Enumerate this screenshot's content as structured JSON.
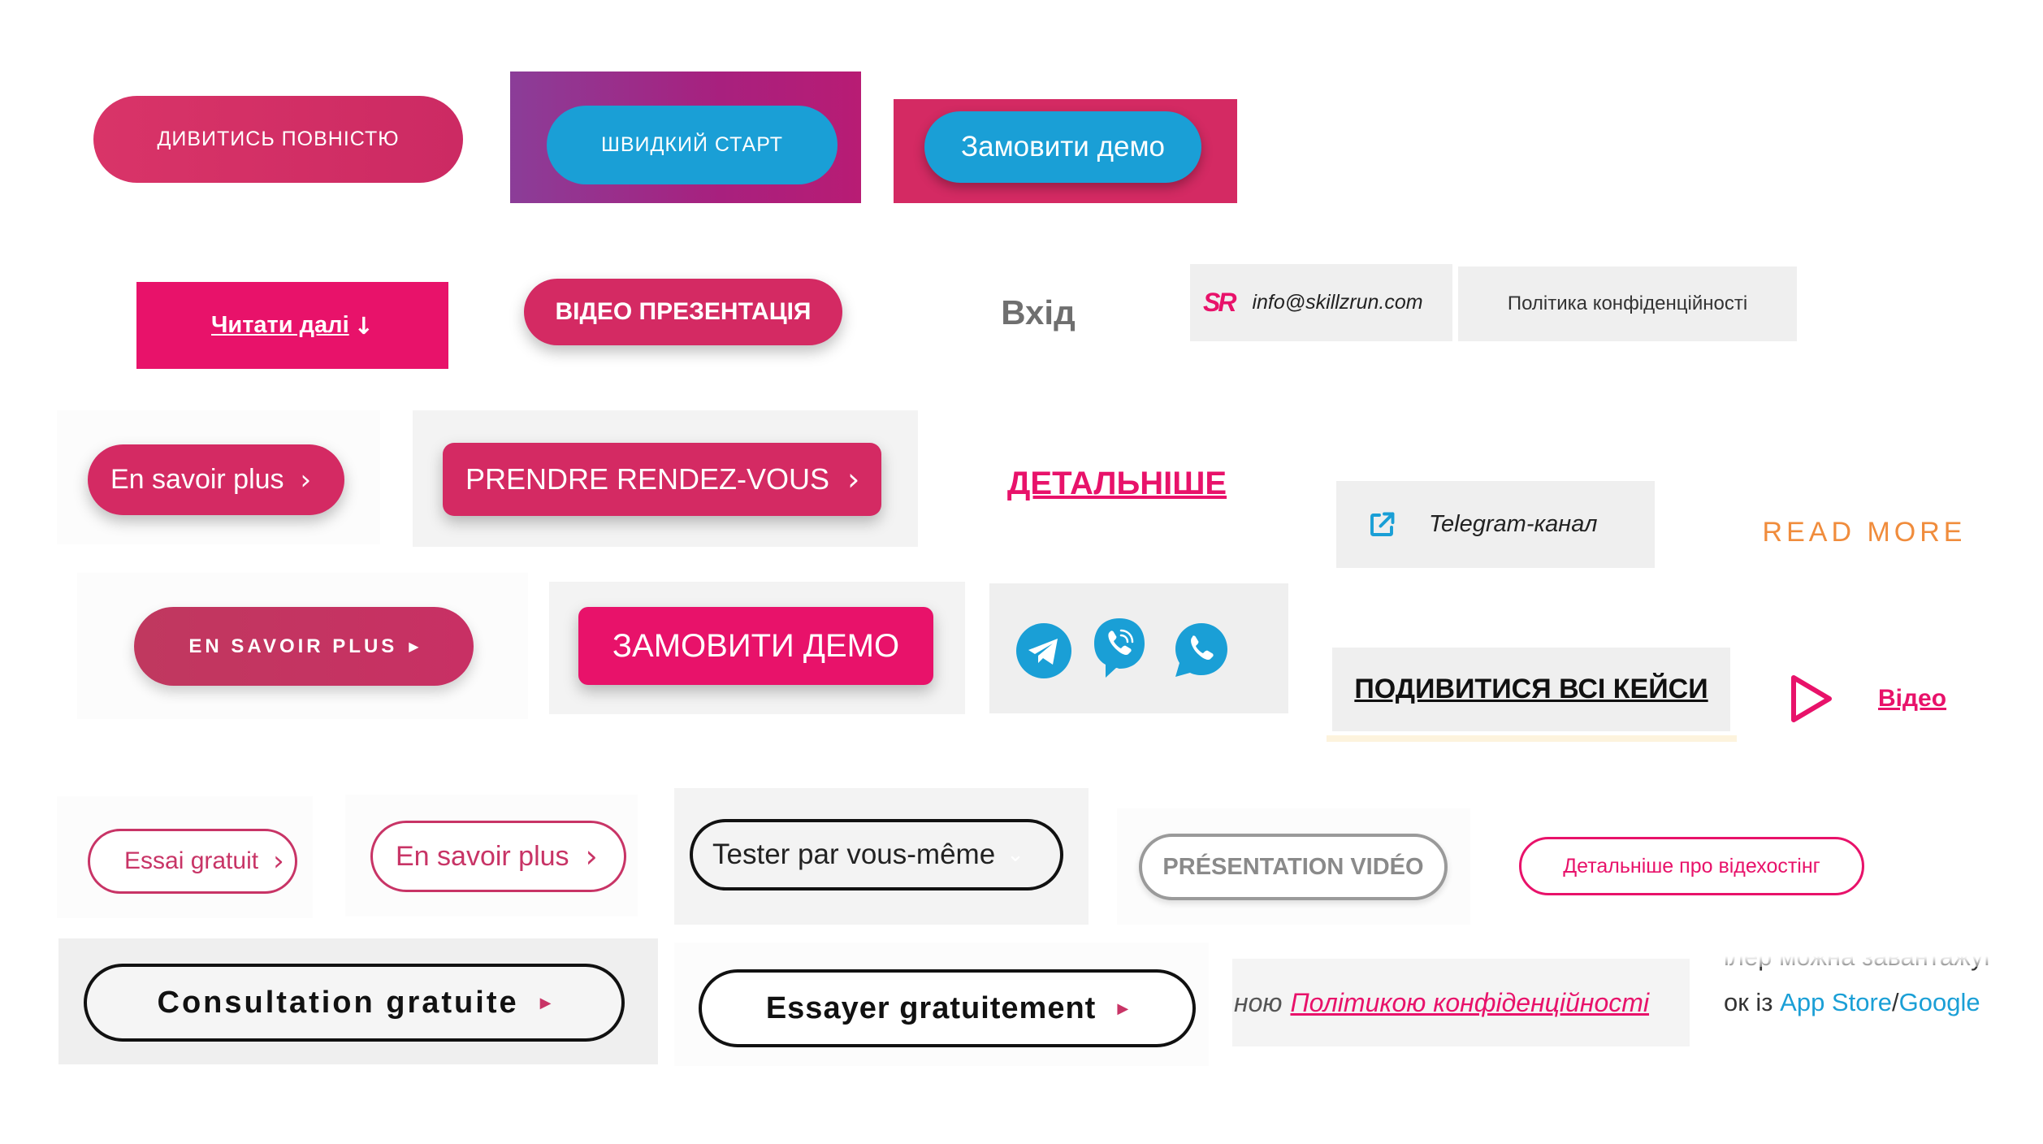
{
  "colors": {
    "pink": "#d42a63",
    "magenta": "#e8126a",
    "cyan": "#1a9fd6",
    "orange": "#f08c3c",
    "grey_bg": "#efefef"
  },
  "row1": {
    "dyvytys": "ДИВИТИСЬ ПОВНІСТЮ",
    "shvydkyi": "ШВИДКИЙ СТАРТ",
    "zamovyty_demo": "Замовити демо"
  },
  "row2": {
    "chytaty": "Читати далі",
    "chytaty_arrow": "↓",
    "video_prez": "ВІДЕО ПРЕЗЕНТАЦІЯ",
    "vkhid": "Вхід",
    "email": "info@skillzrun.com",
    "logo_letters": "SR",
    "privacy": "Політика конфіденційності"
  },
  "row3": {
    "en_savoir": "En savoir plus",
    "prendre": "PRENDRE RENDEZ-VOUS",
    "detalnishe": "ДЕТАЛЬНІШЕ",
    "telegram": "Telegram-канал",
    "read_more": "READ MORE"
  },
  "row4": {
    "en_savoir_caps": "EN SAVOIR PLUS",
    "zamovyty_caps": "ЗАМОВИТИ ДЕМО",
    "all_cases": "ПОДИВИТИСЯ ВСІ КЕЙСИ",
    "video": "Відео"
  },
  "row5": {
    "essai": "Essai gratuit",
    "en_savoir_outline": "En savoir plus",
    "tester": "Tester par vous-même",
    "presentation": "PRÉSENTATION VIDÉO",
    "detalnishe_hosting": "Детальніше про відехостінг"
  },
  "row6": {
    "consultation": "Consultation gratuite",
    "essayer": "Essayer gratuitement",
    "policy_prefix": "ною",
    "policy_link": "Політикою конфіденційності",
    "app_line1": "ілер можна завантажуї",
    "app_prefix": "ок із",
    "app_store": "App Store",
    "app_sep": "/",
    "google": "Google"
  }
}
